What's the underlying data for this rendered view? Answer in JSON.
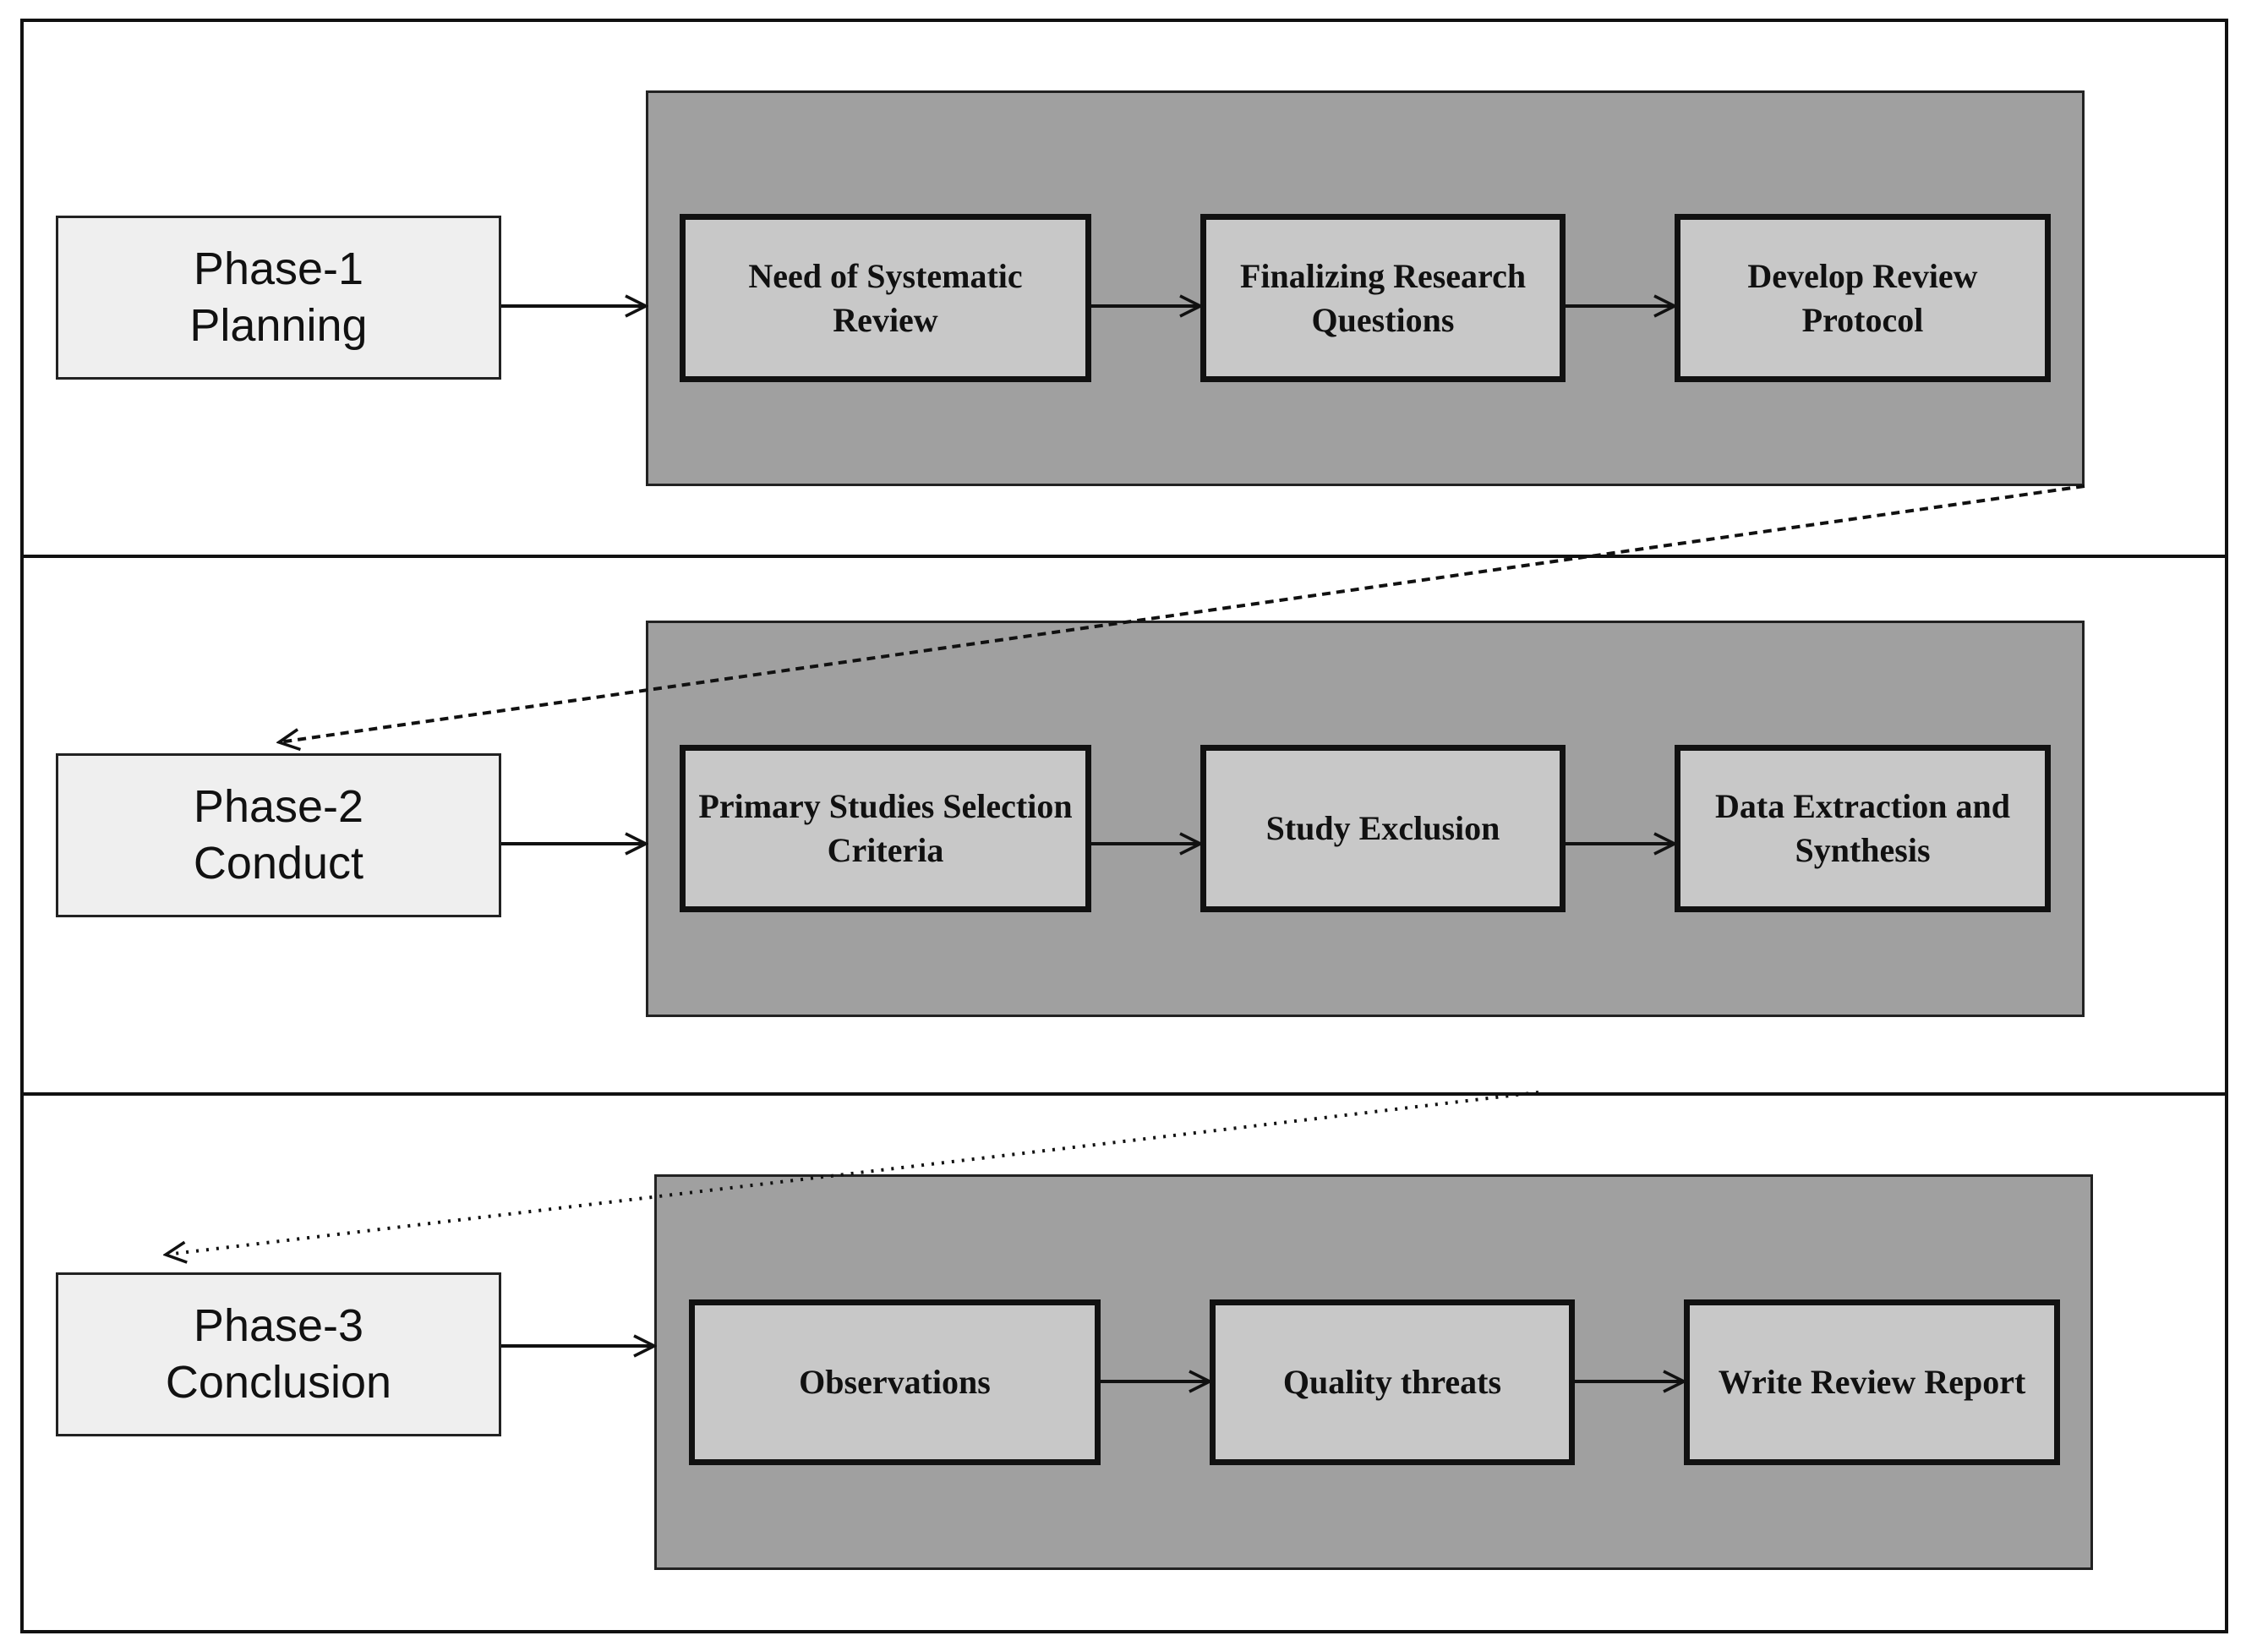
{
  "phases": [
    {
      "name": "Phase-1",
      "subtitle": "Planning",
      "steps": [
        "Need of Systematic Review",
        "Finalizing Research Questions",
        "Develop Review Protocol"
      ]
    },
    {
      "name": "Phase-2",
      "subtitle": "Conduct",
      "steps": [
        "Primary Studies Selection Criteria",
        "Study Exclusion",
        "Data Extraction and Synthesis"
      ]
    },
    {
      "name": "Phase-3",
      "subtitle": "Conclusion",
      "steps": [
        "Observations",
        "Quality threats",
        "Write Review Report"
      ]
    }
  ],
  "colors": {
    "phase_fill": "#efefef",
    "panel_fill": "#a0a0a0",
    "step_fill": "#c8c8c8",
    "stroke": "#111111"
  }
}
